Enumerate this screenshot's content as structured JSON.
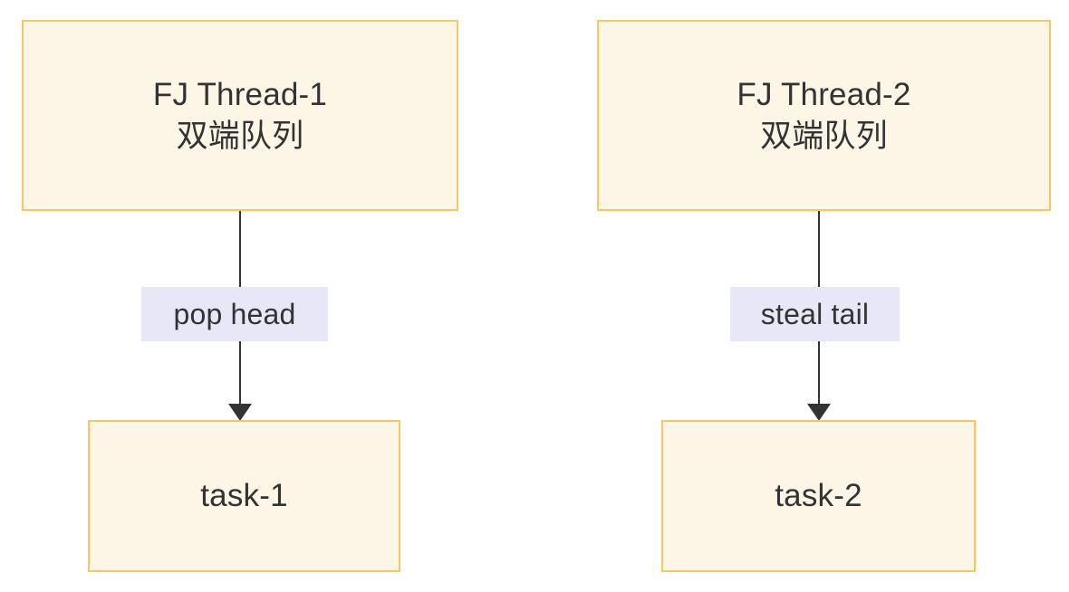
{
  "diagram": {
    "type": "flowchart",
    "background_color": "#ffffff",
    "theme": {
      "node_fill": "#fdf6e7",
      "node_border": "#f5c862",
      "node_text": "#333333",
      "edge_color": "#333333",
      "edge_label_background": "#e8e7f8",
      "edge_label_text": "#333333"
    },
    "nodes": [
      {
        "id": "thread1",
        "label": "FJ Thread-1\n双端队列",
        "line1": "FJ Thread-1",
        "line2": "双端队列",
        "column": "left",
        "row": "top"
      },
      {
        "id": "thread2",
        "label": "FJ Thread-2\n双端队列",
        "line1": "FJ Thread-2",
        "line2": "双端队列",
        "column": "right",
        "row": "top"
      },
      {
        "id": "task1",
        "label": "task-1",
        "column": "left",
        "row": "bottom"
      },
      {
        "id": "task2",
        "label": "task-2",
        "column": "right",
        "row": "bottom"
      }
    ],
    "edges": [
      {
        "id": "edge-left",
        "from": "thread1",
        "to": "task1",
        "label": "pop head",
        "direction": "down",
        "arrowhead": "filled-triangle"
      },
      {
        "id": "edge-right",
        "from": "thread2",
        "to": "task2",
        "label": "steal tail",
        "direction": "down",
        "arrowhead": "filled-triangle"
      }
    ]
  }
}
